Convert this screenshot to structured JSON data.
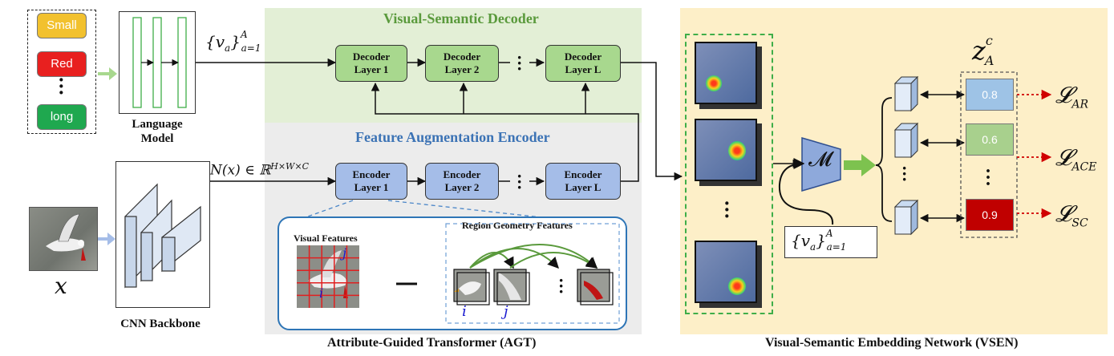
{
  "attributes": [
    "Small",
    "Red",
    "long"
  ],
  "language_model_label": "Language\nModel",
  "cnn_backbone_label": "CNN Backbone",
  "input_symbol": "x",
  "va_label": "{v_a}_{a=1}^A",
  "nx_label": "N(x) ∈ ℝ^{H×W×C}",
  "decoder": {
    "title": "Visual-Semantic Decoder",
    "layers": [
      "Decoder\nLayer 1",
      "Decoder\nLayer 2",
      "Decoder\nLayer L"
    ]
  },
  "encoder": {
    "title": "Feature Augmentation Encoder",
    "layers": [
      "Encoder\nLayer 1",
      "Encoder\nLayer 2",
      "Encoder\nLayer L"
    ]
  },
  "detail": {
    "visual_features": "Visual Features",
    "region_geometry": "Region Geometry Features",
    "i": "i",
    "j": "j"
  },
  "agt_caption": "Attribute-Guided Transformer (AGT)",
  "vsen_caption": "Visual-Semantic Embedding Network (VSEN)",
  "m_symbol": "𝓜",
  "z_label": "z",
  "z_sup": "c",
  "z_sub": "A",
  "scores": [
    "0.8",
    "0.6",
    "0.9"
  ],
  "losses": [
    {
      "symbol": "𝓛",
      "sub": "AR"
    },
    {
      "symbol": "𝓛",
      "sub": "ACE"
    },
    {
      "symbol": "𝓛",
      "sub": "SC"
    }
  ],
  "colors": {
    "small": "#f2c12e",
    "red": "#e8201f",
    "long": "#1fa84f",
    "decoder_bg": "#e3efd6",
    "encoder_bg": "#ececec",
    "vsen_bg": "#fdefc8",
    "score1": "#9ec3e6",
    "score2": "#a8d08d",
    "score3": "#c00000"
  }
}
